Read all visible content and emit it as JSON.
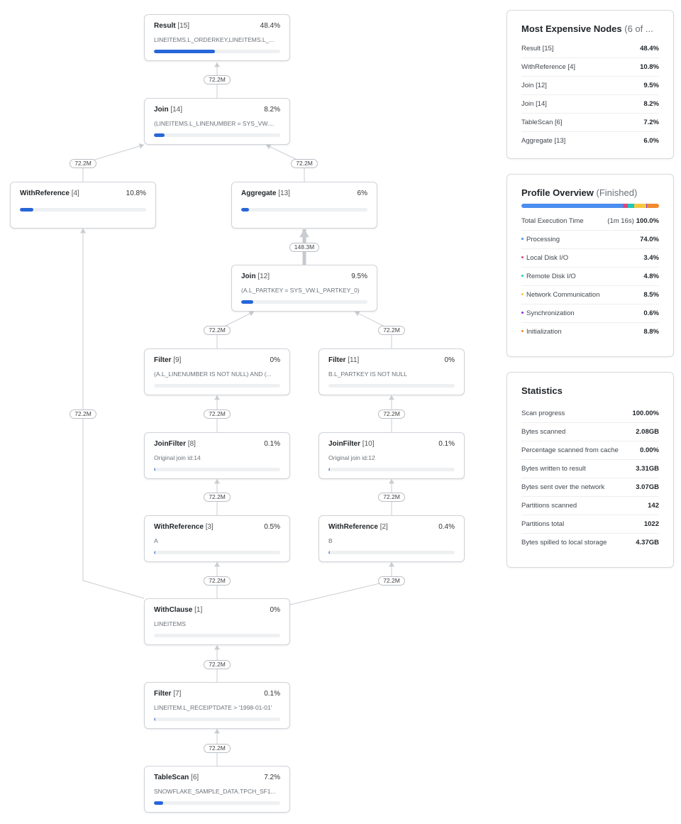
{
  "graph": {
    "nodes": [
      {
        "id": "n15",
        "name": "Result",
        "num": "[15]",
        "pct": "48.4%",
        "detail": "LINEITEMS.L_ORDERKEY,LINEITEMS.L_...",
        "fill": 0.484
      },
      {
        "id": "n14",
        "name": "Join",
        "num": "[14]",
        "pct": "8.2%",
        "detail": "(LINEITEMS.L_LINENUMBER = SYS_VW....",
        "fill": 0.082
      },
      {
        "id": "n4",
        "name": "WithReference",
        "num": "[4]",
        "pct": "10.8%",
        "detail": "",
        "fill": 0.108
      },
      {
        "id": "n13",
        "name": "Aggregate",
        "num": "[13]",
        "pct": "6%",
        "detail": "",
        "fill": 0.06
      },
      {
        "id": "n12",
        "name": "Join",
        "num": "[12]",
        "pct": "9.5%",
        "detail": "(A.L_PARTKEY = SYS_VW.L_PARTKEY_0)",
        "fill": 0.095
      },
      {
        "id": "n9",
        "name": "Filter",
        "num": "[9]",
        "pct": "0%",
        "detail": "(A.L_LINENUMBER IS NOT NULL) AND (...",
        "fill": 0
      },
      {
        "id": "n11",
        "name": "Filter",
        "num": "[11]",
        "pct": "0%",
        "detail": "B.L_PARTKEY IS NOT NULL",
        "fill": 0
      },
      {
        "id": "n8",
        "name": "JoinFilter",
        "num": "[8]",
        "pct": "0.1%",
        "detail": "Original join id:14",
        "fill": 0.001
      },
      {
        "id": "n10",
        "name": "JoinFilter",
        "num": "[10]",
        "pct": "0.1%",
        "detail": "Original join id:12",
        "fill": 0.001
      },
      {
        "id": "n3",
        "name": "WithReference",
        "num": "[3]",
        "pct": "0.5%",
        "detail": "A",
        "fill": 0.005
      },
      {
        "id": "n2",
        "name": "WithReference",
        "num": "[2]",
        "pct": "0.4%",
        "detail": "B",
        "fill": 0.004
      },
      {
        "id": "n1",
        "name": "WithClause",
        "num": "[1]",
        "pct": "0%",
        "detail": "LINEITEMS",
        "fill": 0
      },
      {
        "id": "n7",
        "name": "Filter",
        "num": "[7]",
        "pct": "0.1%",
        "detail": "LINEITEM.L_RECEIPTDATE > '1998-01-01'",
        "fill": 0.001
      },
      {
        "id": "n6",
        "name": "TableScan",
        "num": "[6]",
        "pct": "7.2%",
        "detail": "SNOWFLAKE_SAMPLE_DATA.TPCH_SF1...",
        "fill": 0.072
      }
    ],
    "edges": [
      {
        "from": "n14",
        "to": "n15",
        "rows": "72.2M"
      },
      {
        "from": "n4",
        "to": "n14",
        "rows": "72.2M"
      },
      {
        "from": "n13",
        "to": "n14",
        "rows": "72.2M"
      },
      {
        "from": "n12",
        "to": "n13",
        "rows": "148.3M"
      },
      {
        "from": "n9",
        "to": "n12",
        "rows": "72.2M"
      },
      {
        "from": "n11",
        "to": "n12",
        "rows": "72.2M"
      },
      {
        "from": "n8",
        "to": "n9",
        "rows": "72.2M"
      },
      {
        "from": "n10",
        "to": "n11",
        "rows": "72.2M"
      },
      {
        "from": "n3",
        "to": "n8",
        "rows": "72.2M"
      },
      {
        "from": "n2",
        "to": "n10",
        "rows": "72.2M"
      },
      {
        "from": "n1",
        "to": "n4",
        "rows": "72.2M"
      },
      {
        "from": "n1",
        "to": "n3",
        "rows": "72.2M"
      },
      {
        "from": "n1",
        "to": "n2",
        "rows": "72.2M"
      },
      {
        "from": "n7",
        "to": "n1",
        "rows": "72.2M"
      },
      {
        "from": "n6",
        "to": "n7",
        "rows": "72.2M"
      }
    ]
  },
  "most_expensive": {
    "title": "Most Expensive Nodes",
    "count": "(6 of ...",
    "items": [
      {
        "label": "Result [15]",
        "value": "48.4%"
      },
      {
        "label": "WithReference [4]",
        "value": "10.8%"
      },
      {
        "label": "Join [12]",
        "value": "9.5%"
      },
      {
        "label": "Join [14]",
        "value": "8.2%"
      },
      {
        "label": "TableScan [6]",
        "value": "7.2%"
      },
      {
        "label": "Aggregate [13]",
        "value": "6.0%"
      }
    ]
  },
  "profile": {
    "title": "Profile Overview",
    "status": "(Finished)",
    "total": {
      "label": "Total Execution Time",
      "duration": "(1m 16s)",
      "value": "100.0%"
    },
    "items": [
      {
        "label": "Processing",
        "value": "74.0%",
        "share": 74.0,
        "color": "#4a8ef0"
      },
      {
        "label": "Local Disk I/O",
        "value": "3.4%",
        "share": 3.4,
        "color": "#e0457b"
      },
      {
        "label": "Remote Disk I/O",
        "value": "4.8%",
        "share": 4.8,
        "color": "#1fc7b8"
      },
      {
        "label": "Network Communication",
        "value": "8.5%",
        "share": 8.5,
        "color": "#f5c842"
      },
      {
        "label": "Synchronization",
        "value": "0.6%",
        "share": 0.6,
        "color": "#8e2fd0"
      },
      {
        "label": "Initialization",
        "value": "8.8%",
        "share": 8.8,
        "color": "#f08a2c"
      }
    ]
  },
  "statistics": {
    "title": "Statistics",
    "items": [
      {
        "label": "Scan progress",
        "value": "100.00%"
      },
      {
        "label": "Bytes scanned",
        "value": "2.08GB"
      },
      {
        "label": "Percentage scanned from cache",
        "value": "0.00%"
      },
      {
        "label": "Bytes written to result",
        "value": "3.31GB"
      },
      {
        "label": "Bytes sent over the network",
        "value": "3.07GB"
      },
      {
        "label": "Partitions scanned",
        "value": "142"
      },
      {
        "label": "Partitions total",
        "value": "1022"
      },
      {
        "label": "Bytes spilled to local storage",
        "value": "4.37GB"
      }
    ]
  }
}
